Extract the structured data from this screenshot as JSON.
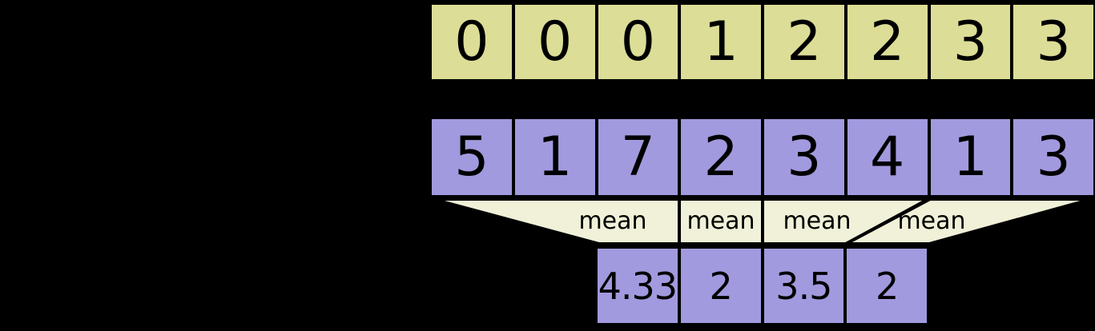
{
  "colors": {
    "background": "#000000",
    "index_fill": "#dcdd96",
    "data_fill": "#a19ade",
    "funnel_fill": "#f0f1d8",
    "border": "#000000",
    "text": "#000000"
  },
  "index_row": {
    "cells": [
      "0",
      "0",
      "0",
      "1",
      "2",
      "2",
      "3",
      "3"
    ]
  },
  "src_row": {
    "cells": [
      "5",
      "1",
      "7",
      "2",
      "3",
      "4",
      "1",
      "3"
    ]
  },
  "reduce": {
    "op_labels": [
      "mean",
      "mean",
      "mean",
      "mean"
    ]
  },
  "out_row": {
    "cells": [
      "4.33",
      "2",
      "3.5",
      "2"
    ]
  }
}
